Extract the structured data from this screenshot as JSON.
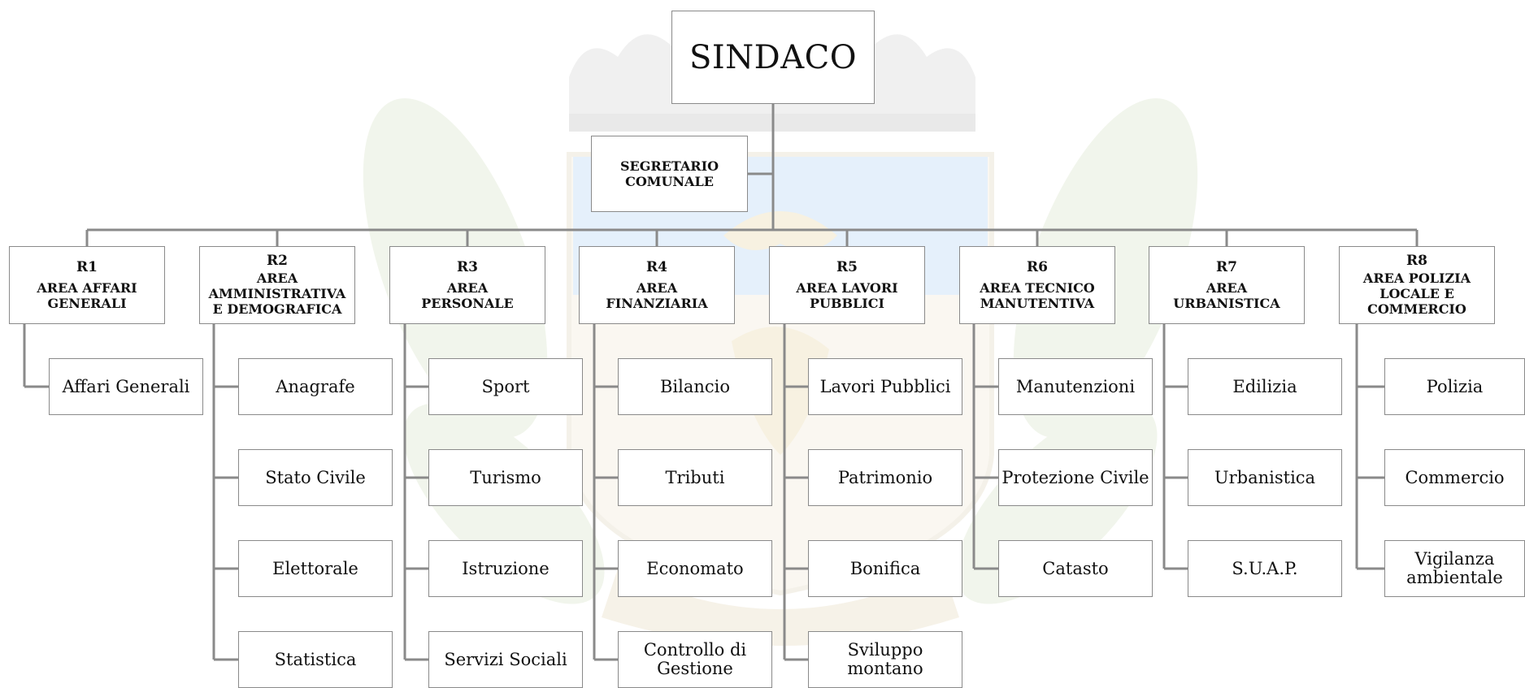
{
  "mayor": "SINDACO",
  "secretary": "SEGRETARIO\nCOMUNALE",
  "areas": [
    {
      "code": "R1",
      "title": "AREA AFFARI\nGENERALI",
      "services": [
        "Affari Generali"
      ]
    },
    {
      "code": "R2",
      "title": "AREA\nAMMINISTRATIVA\nE DEMOGRAFICA",
      "services": [
        "Anagrafe",
        "Stato Civile",
        "Elettorale",
        "Statistica"
      ]
    },
    {
      "code": "R3",
      "title": "AREA\nPERSONALE",
      "services": [
        "Sport",
        "Turismo",
        "Istruzione",
        "Servizi Sociali"
      ]
    },
    {
      "code": "R4",
      "title": "AREA\nFINANZIARIA",
      "services": [
        "Bilancio",
        "Tributi",
        "Economato",
        "Controllo di\nGestione"
      ]
    },
    {
      "code": "R5",
      "title": "AREA LAVORI\nPUBBLICI",
      "services": [
        "Lavori Pubblici",
        "Patrimonio",
        "Bonifica",
        "Sviluppo\nmontano"
      ]
    },
    {
      "code": "R6",
      "title": "AREA TECNICO\nMANUTENTIVA",
      "services": [
        "Manutenzioni",
        "Protezione Civile",
        "Catasto"
      ]
    },
    {
      "code": "R7",
      "title": "AREA\nURBANISTICA",
      "services": [
        "Edilizia",
        "Urbanistica",
        "S.U.A.P."
      ]
    },
    {
      "code": "R8",
      "title": "AREA POLIZIA\nLOCALE E\nCOMMERCIO",
      "services": [
        "Polizia",
        "Commercio",
        "Vigilanza\nambientale"
      ]
    }
  ],
  "colors": {
    "line": "#8a8a8a",
    "border": "#8a8a8a",
    "emblem_blue": "#cfe3f7"
  }
}
